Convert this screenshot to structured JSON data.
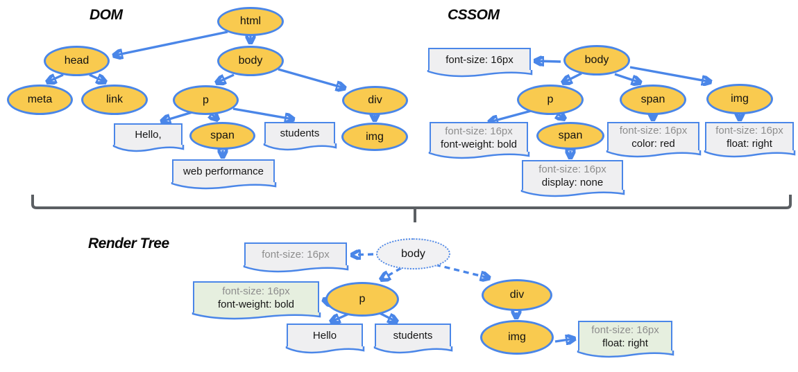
{
  "diagram": {
    "dom": {
      "title": "DOM",
      "nodes": {
        "html": "html",
        "head": "head",
        "body": "body",
        "meta": "meta",
        "link": "link",
        "p": "p",
        "div": "div",
        "span": "span",
        "img": "img"
      },
      "text_nodes": {
        "hello": "Hello,",
        "students": "students",
        "web_performance": "web performance"
      }
    },
    "cssom": {
      "title": "CSSOM",
      "nodes": {
        "body": "body",
        "p": "p",
        "span_under_body": "span",
        "span_under_p": "span",
        "img": "img"
      },
      "rules": {
        "body": {
          "l1": "font-size: 16px"
        },
        "p": {
          "l1": "font-size: 16px",
          "l2": "font-weight: bold"
        },
        "span_under_p": {
          "l1": "font-size: 16px",
          "l2": "display: none"
        },
        "span_under_body": {
          "l1": "font-size: 16px",
          "l2": "color: red"
        },
        "img": {
          "l1": "font-size: 16px",
          "l2": "float: right"
        }
      }
    },
    "render_tree": {
      "title": "Render Tree",
      "nodes": {
        "body": "body",
        "p": "p",
        "div": "div",
        "img": "img"
      },
      "text_nodes": {
        "hello": "Hello",
        "students": "students"
      },
      "rules": {
        "body": {
          "l1": "font-size: 16px"
        },
        "p": {
          "l1": "font-size: 16px",
          "l2": "font-weight: bold"
        },
        "img": {
          "l1": "font-size: 16px",
          "l2": "float: right"
        }
      }
    },
    "colors": {
      "node_fill": "#f9ca4f",
      "node_border": "#4a86e8",
      "doc_box_fill": "#efeff1",
      "computed_style_box_fill": "#e6efdf",
      "arrow": "#4a86e8",
      "brace": "#5b5f63",
      "inherited_property_text": "#8d8d8d"
    }
  }
}
